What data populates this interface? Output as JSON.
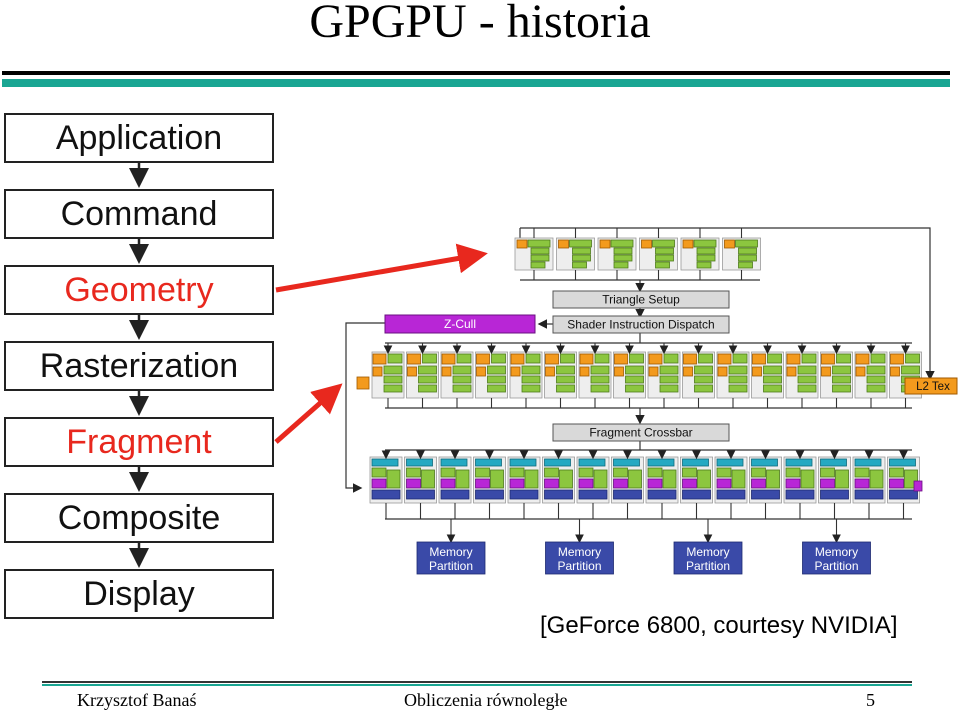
{
  "title": "GPGPU - historia",
  "pipeline": {
    "stages": [
      {
        "label": "Application",
        "highlight": false
      },
      {
        "label": "Command",
        "highlight": false
      },
      {
        "label": "Geometry",
        "highlight": true
      },
      {
        "label": "Rasterization",
        "highlight": false
      },
      {
        "label": "Fragment",
        "highlight": true
      },
      {
        "label": "Composite",
        "highlight": false
      },
      {
        "label": "Display",
        "highlight": false
      }
    ]
  },
  "gpu": {
    "triangle_setup": "Triangle Setup",
    "shader_dispatch": "Shader Instruction Dispatch",
    "z_cull": "Z-Cull",
    "l2_tex": "L2 Tex",
    "fragment_crossbar": "Fragment Crossbar",
    "memory_partition": "Memory Partition",
    "vertex_units": 6,
    "fragment_units": 16,
    "rop_units": 16,
    "memory_partitions": 4
  },
  "credit": "[GeForce 6800, courtesy NVIDIA]",
  "footer": {
    "author": "Krzysztof Banaś",
    "course": "Obliczenia równoległe",
    "page": "5"
  },
  "colors": {
    "accent": "#1aa693",
    "highlight": "#e8281e",
    "orange": "#f39a1d",
    "green": "#8cc63f",
    "purple": "#b826d6",
    "teal": "#25a9c2",
    "memory": "#3a4aa8"
  }
}
